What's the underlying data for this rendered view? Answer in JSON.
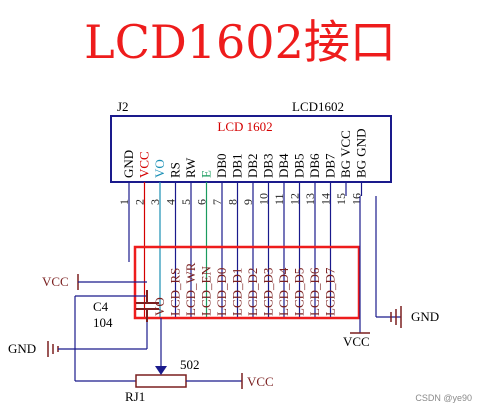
{
  "title": "LCD1602接口",
  "connector": {
    "ref": "J2",
    "part": "LCD1602",
    "inner_label": "LCD  1602",
    "pins": [
      {
        "num": "1",
        "name": "GND",
        "color": "#000000"
      },
      {
        "num": "2",
        "name": "VCC",
        "color": "#d40000"
      },
      {
        "num": "3",
        "name": "VO",
        "color": "#1a8fb5"
      },
      {
        "num": "4",
        "name": "RS",
        "color": "#000000"
      },
      {
        "num": "5",
        "name": "RW",
        "color": "#000000"
      },
      {
        "num": "6",
        "name": "E",
        "color": "#1a9b5e"
      },
      {
        "num": "7",
        "name": "DB0",
        "color": "#000000"
      },
      {
        "num": "8",
        "name": "DB1",
        "color": "#000000"
      },
      {
        "num": "9",
        "name": "DB2",
        "color": "#000000"
      },
      {
        "num": "10",
        "name": "DB3",
        "color": "#000000"
      },
      {
        "num": "11",
        "name": "DB4",
        "color": "#000000"
      },
      {
        "num": "12",
        "name": "DB5",
        "color": "#000000"
      },
      {
        "num": "13",
        "name": "DB6",
        "color": "#000000"
      },
      {
        "num": "14",
        "name": "DB7",
        "color": "#000000"
      },
      {
        "num": "15",
        "name": "BG VCC",
        "color": "#000000"
      },
      {
        "num": "16",
        "name": "BG GND",
        "color": "#000000"
      }
    ]
  },
  "net_labels": [
    {
      "text": "VO"
    },
    {
      "text": "LCD_RS"
    },
    {
      "text": "LCD_WR"
    },
    {
      "text": "LCD_EN"
    },
    {
      "text": "LCD_D0"
    },
    {
      "text": "LCD_D1"
    },
    {
      "text": "LCD_D2"
    },
    {
      "text": "LCD_D3"
    },
    {
      "text": "LCD_D4"
    },
    {
      "text": "LCD_D5"
    },
    {
      "text": "LCD_D6"
    },
    {
      "text": "LCD_D7"
    }
  ],
  "power": {
    "vcc_left": "VCC",
    "gnd_left": "GND",
    "gnd_right": "GND",
    "vcc_bottom": "VCC",
    "vcc_pot": "VCC"
  },
  "components": {
    "c4_ref": "C4",
    "c4_value": "104",
    "rj1_ref": "RJ1",
    "rj1_value": "502"
  },
  "watermark": "CSDN @ye90",
  "colors": {
    "title": "#ee1c1c",
    "wire": "#1a1a8c",
    "power": "#7a1f1f",
    "highlight": "#ee1c1c",
    "box": "#1a1a8c"
  }
}
